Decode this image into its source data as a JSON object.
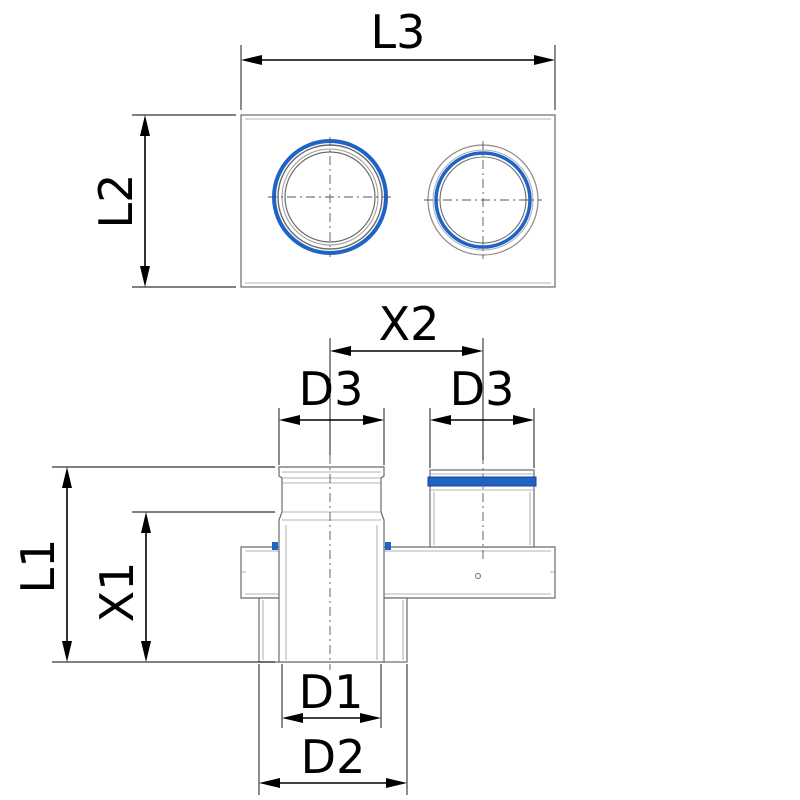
{
  "dimensions": {
    "l3": "L3",
    "l2": "L2",
    "x2": "X2",
    "d3_left": "D3",
    "d3_right": "D3",
    "l1": "L1",
    "x1": "X1",
    "d1": "D1",
    "d2": "D2"
  },
  "colors": {
    "seal_blue": "#1f63c6",
    "seal_dark": "#1a3f9a",
    "outline": "#6b6b6b",
    "line": "#000000"
  }
}
